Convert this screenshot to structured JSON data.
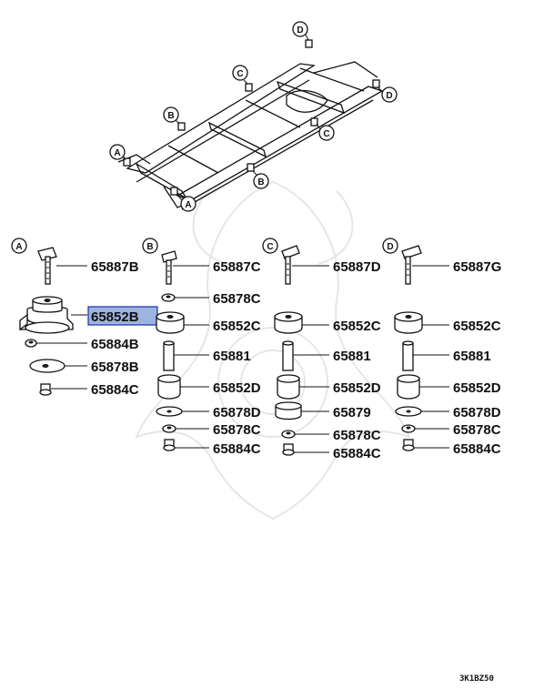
{
  "diagram": {
    "frame_callouts": [
      {
        "letter": "D",
        "id": "d-top"
      },
      {
        "letter": "C",
        "id": "c-mid-upper"
      },
      {
        "letter": "D",
        "id": "d-right"
      },
      {
        "letter": "B",
        "id": "b-upper"
      },
      {
        "letter": "C",
        "id": "c-right"
      },
      {
        "letter": "A",
        "id": "a-left"
      },
      {
        "letter": "B",
        "id": "b-lower"
      },
      {
        "letter": "A",
        "id": "a-lower"
      }
    ],
    "column_headers": [
      "A",
      "B",
      "C",
      "D"
    ],
    "columns": [
      {
        "header": "A",
        "labels": [
          "65887B",
          "65852B",
          "65884B",
          "65878B",
          "65884C"
        ],
        "highlighted_label": "65852B"
      },
      {
        "header": "B",
        "labels": [
          "65887C",
          "65878C",
          "65852C",
          "65881",
          "65852D",
          "65878D",
          "65878C",
          "65884C"
        ]
      },
      {
        "header": "C",
        "labels": [
          "65887D",
          "65852C",
          "65881",
          "65852D",
          "65879",
          "65878C",
          "65884C"
        ]
      },
      {
        "header": "D",
        "labels": [
          "65887G",
          "65852C",
          "65881",
          "65852D",
          "65878D",
          "65878C",
          "65884C"
        ]
      }
    ],
    "figure_code": "3K1BZ50"
  }
}
